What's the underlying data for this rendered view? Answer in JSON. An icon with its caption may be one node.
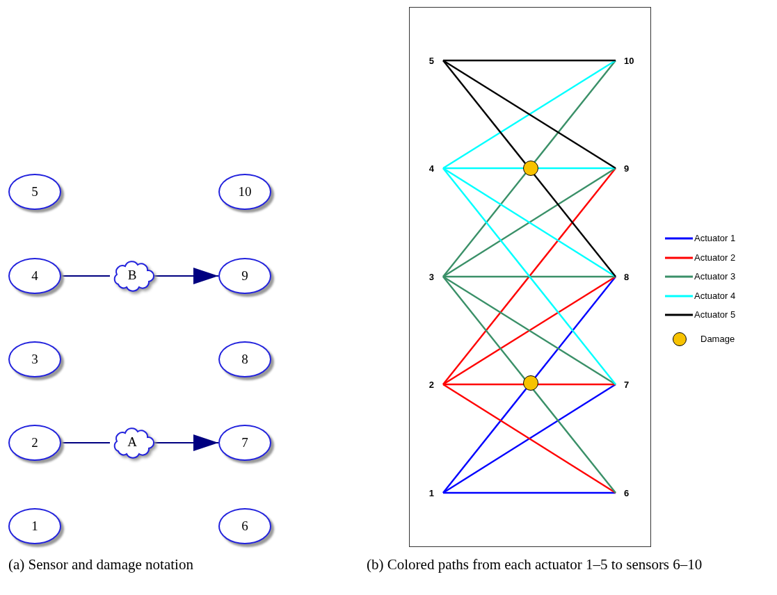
{
  "diagram": {
    "nodes": [
      {
        "text": [
          "5"
        ]
      },
      {
        "text": [
          "10"
        ]
      },
      {
        "text": [
          "4"
        ]
      },
      {
        "text": [
          "B"
        ]
      },
      {
        "text": [
          "9"
        ]
      },
      {
        "text": [
          "3"
        ]
      },
      {
        "text": [
          "8"
        ]
      },
      {
        "text": [
          "2"
        ]
      },
      {
        "text": [
          "A"
        ]
      },
      {
        "text": [
          "7"
        ]
      },
      {
        "text": [
          "1"
        ]
      },
      {
        "text": [
          "6"
        ]
      },
      {
        "text": [],
        "shape": "box"
      },
      {
        "text": [
          "5"
        ],
        "in": 12
      },
      {
        "text": [
          "10"
        ],
        "in": 12
      },
      {
        "text": [
          "4"
        ],
        "in": 12
      },
      {
        "text": [
          "9"
        ],
        "in": 12
      },
      {
        "text": [
          "3"
        ],
        "in": 12
      },
      {
        "text": [
          "8"
        ],
        "in": 12
      },
      {
        "text": [
          "2"
        ],
        "in": 12
      },
      {
        "text": [
          "7"
        ],
        "in": 12
      },
      {
        "text": [
          "1"
        ],
        "in": 12
      },
      {
        "text": [
          "6"
        ],
        "in": 12
      }
    ],
    "edges": [
      {
        "from": 2,
        "to": 3,
        "arrow": "none",
        "color": "#000080"
      },
      {
        "from": 3,
        "to": 4,
        "arrow": "to",
        "color": "#000080"
      },
      {
        "from": 7,
        "to": 8,
        "arrow": "none",
        "color": "#000080"
      },
      {
        "from": 8,
        "to": 9,
        "arrow": "to",
        "color": "#000080"
      },
      {
        "from": 21,
        "to": 22,
        "arrow": "none",
        "color": "#0000ff"
      },
      {
        "from": 21,
        "to": 20,
        "arrow": "none",
        "color": "#0000ff"
      },
      {
        "from": 21,
        "to": 18,
        "arrow": "none",
        "color": "#0000ff"
      },
      {
        "from": 19,
        "to": 22,
        "arrow": "none",
        "color": "#ff0000"
      },
      {
        "from": 19,
        "to": 20,
        "arrow": "none",
        "color": "#ff0000"
      },
      {
        "from": 19,
        "to": 18,
        "arrow": "none",
        "color": "#ff0000"
      },
      {
        "from": 19,
        "to": 16,
        "arrow": "none",
        "color": "#ff0000"
      },
      {
        "from": 17,
        "to": 22,
        "arrow": "none",
        "color": "#3a9068"
      },
      {
        "from": 17,
        "to": 20,
        "arrow": "none",
        "color": "#3a9068"
      },
      {
        "from": 17,
        "to": 18,
        "arrow": "none",
        "color": "#3a9068"
      },
      {
        "from": 17,
        "to": 16,
        "arrow": "none",
        "color": "#3a9068"
      },
      {
        "from": 17,
        "to": 14,
        "arrow": "none",
        "color": "#3a9068"
      },
      {
        "from": 15,
        "to": 20,
        "arrow": "none",
        "color": "#00ffff"
      },
      {
        "from": 15,
        "to": 18,
        "arrow": "none",
        "color": "#00ffff"
      },
      {
        "from": 15,
        "to": 16,
        "arrow": "none",
        "color": "#00ffff"
      },
      {
        "from": 15,
        "to": 14,
        "arrow": "none",
        "color": "#00ffff"
      },
      {
        "from": 13,
        "to": 18,
        "arrow": "none",
        "color": "#000000"
      },
      {
        "from": 13,
        "to": 16,
        "arrow": "none",
        "color": "#000000"
      },
      {
        "from": 13,
        "to": 14,
        "arrow": "none",
        "color": "#000000"
      }
    ],
    "labels": [
      "(a) Sensor and damage notation",
      "(b) Colored paths from each actuator 1–5 to sensors 6–10"
    ],
    "legend": [
      {
        "text": "Actuator 1",
        "color": "#0000ff"
      },
      {
        "text": "Actuator 2",
        "color": "#ff0000"
      },
      {
        "text": "Actuator 3",
        "color": "#3a9068"
      },
      {
        "text": "Actuator 4",
        "color": "#00ffff"
      },
      {
        "text": "Actuator 5",
        "color": "#000000"
      },
      {
        "text": "Damage"
      }
    ]
  }
}
